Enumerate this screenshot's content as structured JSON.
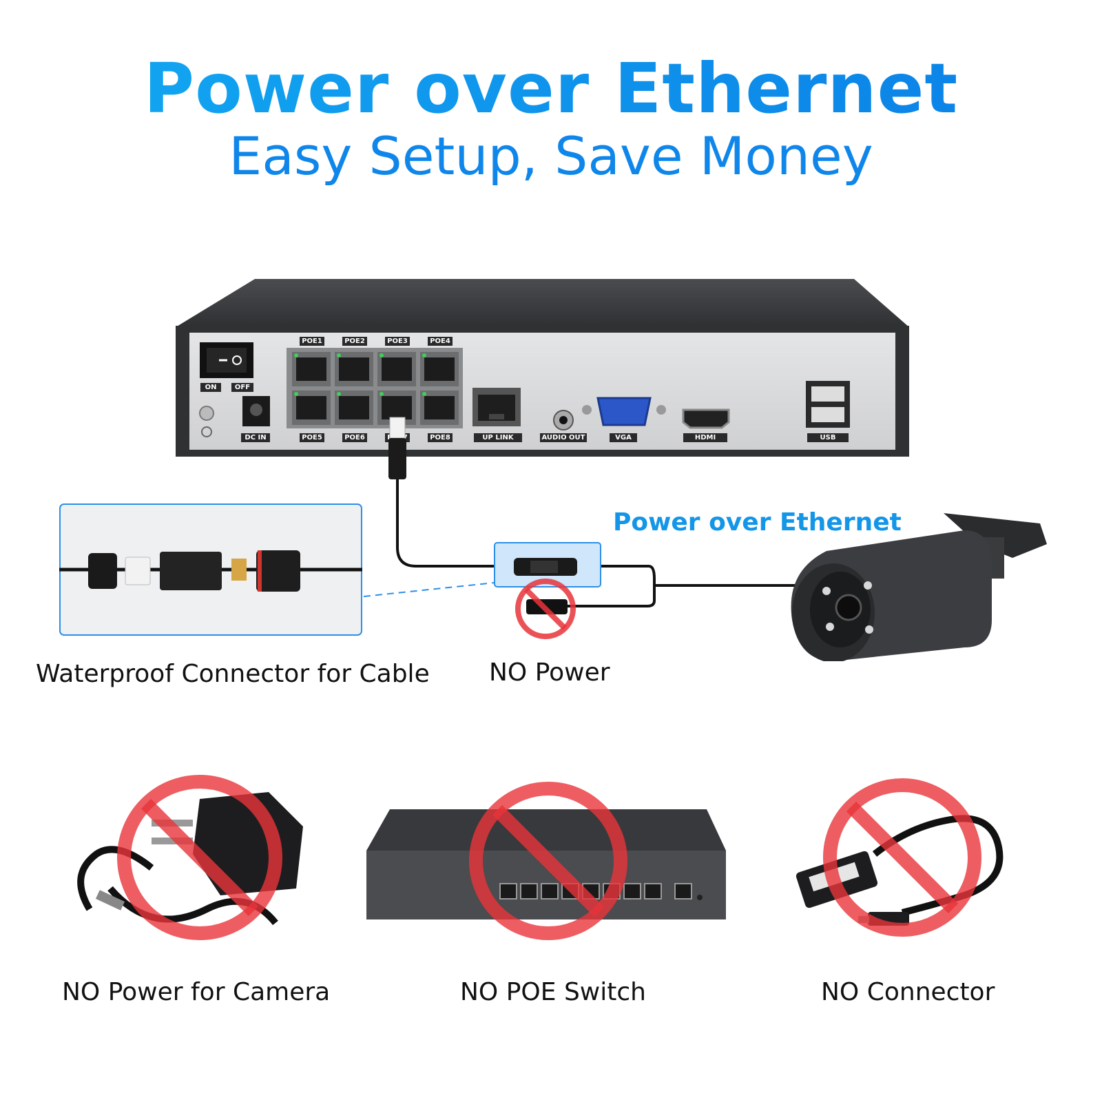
{
  "header": {
    "title": "Power over Ethernet",
    "subtitle": "Easy Setup, Save Money"
  },
  "nvr": {
    "switch_labels": [
      "ON",
      "OFF"
    ],
    "dc_label": "DC IN",
    "poe_ports": [
      "POE1",
      "POE2",
      "POE3",
      "POE4",
      "POE5",
      "POE6",
      "POE7",
      "POE8"
    ],
    "uplink_label": "UP LINK",
    "audio_label": "AUDIO OUT",
    "vga_label": "VGA",
    "hdmi_label": "HDMI",
    "usb_label": "USB"
  },
  "diagram": {
    "poe_label": "Power over Ethernet",
    "waterproof_caption": "Waterproof Connector for Cable",
    "no_power_caption": "NO Power"
  },
  "not_needed": [
    {
      "caption": "NO Power for Camera",
      "icon": "power-adapter-icon"
    },
    {
      "caption": "NO POE Switch",
      "icon": "network-switch-icon"
    },
    {
      "caption": "NO Connector",
      "icon": "usb-cable-icon"
    }
  ],
  "colors": {
    "accent_blue": "#0e93ec",
    "prohibit_red": "#e8343a",
    "device_dark": "#2f3133",
    "panel_gray": "#d9dadc"
  }
}
